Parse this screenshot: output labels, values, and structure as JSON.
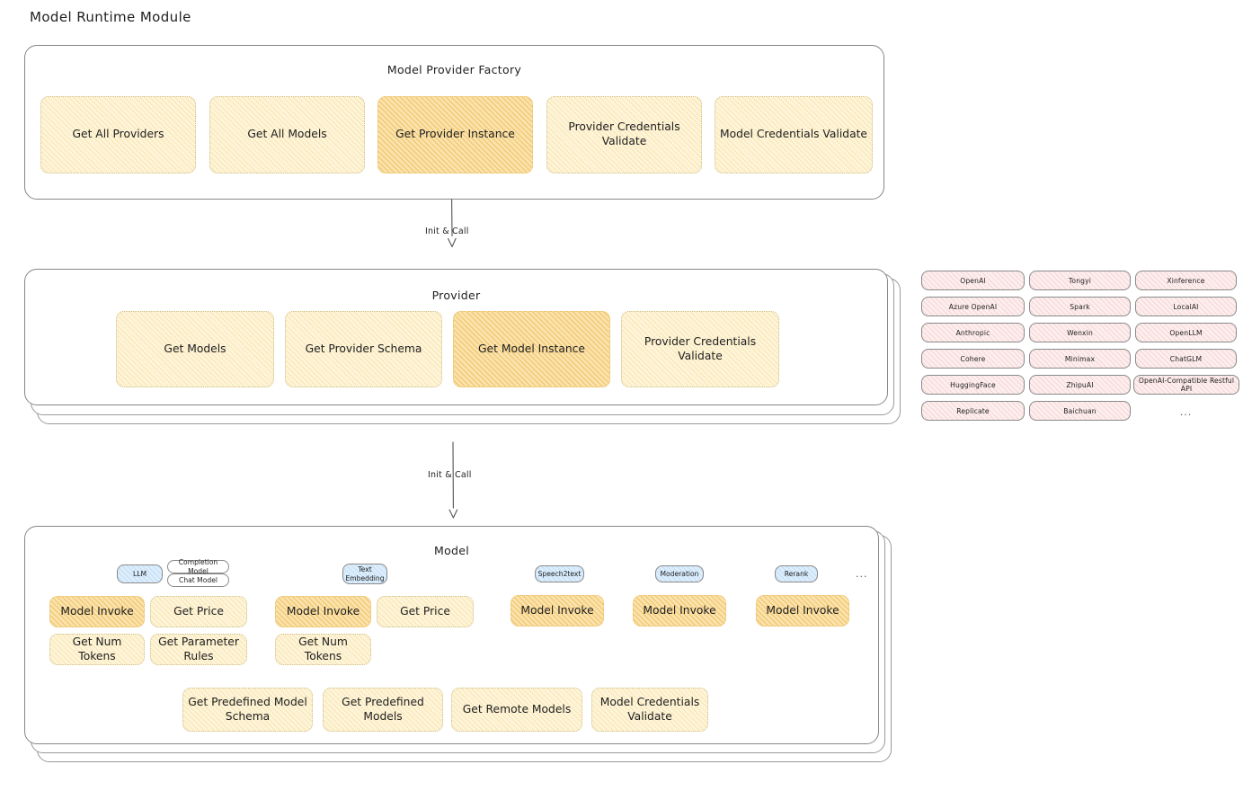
{
  "page": {
    "title": "Model Runtime Module"
  },
  "factory": {
    "title": "Model Provider Factory",
    "cards": [
      {
        "label": "Get All Providers",
        "highlight": false
      },
      {
        "label": "Get All Models",
        "highlight": false
      },
      {
        "label": "Get Provider Instance",
        "highlight": true
      },
      {
        "label": "Provider Credentials Validate",
        "highlight": false
      },
      {
        "label": "Model Credentials Validate",
        "highlight": false
      }
    ]
  },
  "arrow_factory_to_provider": {
    "label": "Init & Call"
  },
  "provider": {
    "title": "Provider",
    "cards": [
      {
        "label": "Get Models",
        "highlight": false
      },
      {
        "label": "Get Provider Schema",
        "highlight": false
      },
      {
        "label": "Get Model Instance",
        "highlight": true
      },
      {
        "label": "Provider Credentials Validate",
        "highlight": false
      }
    ]
  },
  "provider_list": {
    "columns": [
      [
        "OpenAI",
        "Azure OpenAI",
        "Anthropic",
        "Cohere",
        "HuggingFace",
        "Replicate"
      ],
      [
        "Tongyi",
        "Spark",
        "Wenxin",
        "Minimax",
        "ZhipuAI",
        "Baichuan"
      ],
      [
        "Xinference",
        "LocalAI",
        "OpenLLM",
        "ChatGLM",
        "OpenAI-Compatible Restful API"
      ]
    ],
    "more": "..."
  },
  "arrow_provider_to_model": {
    "label": "Init & Call"
  },
  "model": {
    "title": "Model",
    "more": "...",
    "types": [
      {
        "badge": "LLM",
        "badge_blue": true,
        "sub_badges": [
          "Completion Model",
          "Chat Model"
        ],
        "cards": [
          {
            "label": "Model Invoke",
            "highlight": true
          },
          {
            "label": "Get Price",
            "highlight": false
          },
          {
            "label": "Get Num Tokens",
            "highlight": false
          },
          {
            "label": "Get Parameter Rules",
            "highlight": false
          }
        ]
      },
      {
        "badge": "Text Embedding",
        "badge_blue": true,
        "sub_badges": [],
        "cards": [
          {
            "label": "Model Invoke",
            "highlight": true
          },
          {
            "label": "Get Price",
            "highlight": false
          },
          {
            "label": "Get Num Tokens",
            "highlight": false
          }
        ]
      },
      {
        "badge": "Speech2text",
        "badge_blue": true,
        "sub_badges": [],
        "cards": [
          {
            "label": "Model Invoke",
            "highlight": true
          }
        ]
      },
      {
        "badge": "Moderation",
        "badge_blue": true,
        "sub_badges": [],
        "cards": [
          {
            "label": "Model Invoke",
            "highlight": true
          }
        ]
      },
      {
        "badge": "Rerank",
        "badge_blue": true,
        "sub_badges": [],
        "cards": [
          {
            "label": "Model Invoke",
            "highlight": true
          }
        ]
      }
    ],
    "common_cards": [
      {
        "label": "Get Predefined Model Schema"
      },
      {
        "label": "Get Predefined Models"
      },
      {
        "label": "Get Remote Models"
      },
      {
        "label": "Model Credentials Validate"
      }
    ]
  },
  "colors": {
    "card_fill": "#fdf4da",
    "card_fill_highlight": "#fbe3ae",
    "chip_fill": "#fdeeee",
    "badge_blue_fill": "#dcedfb",
    "stroke": "#868686",
    "text": "#1e1e1e"
  }
}
